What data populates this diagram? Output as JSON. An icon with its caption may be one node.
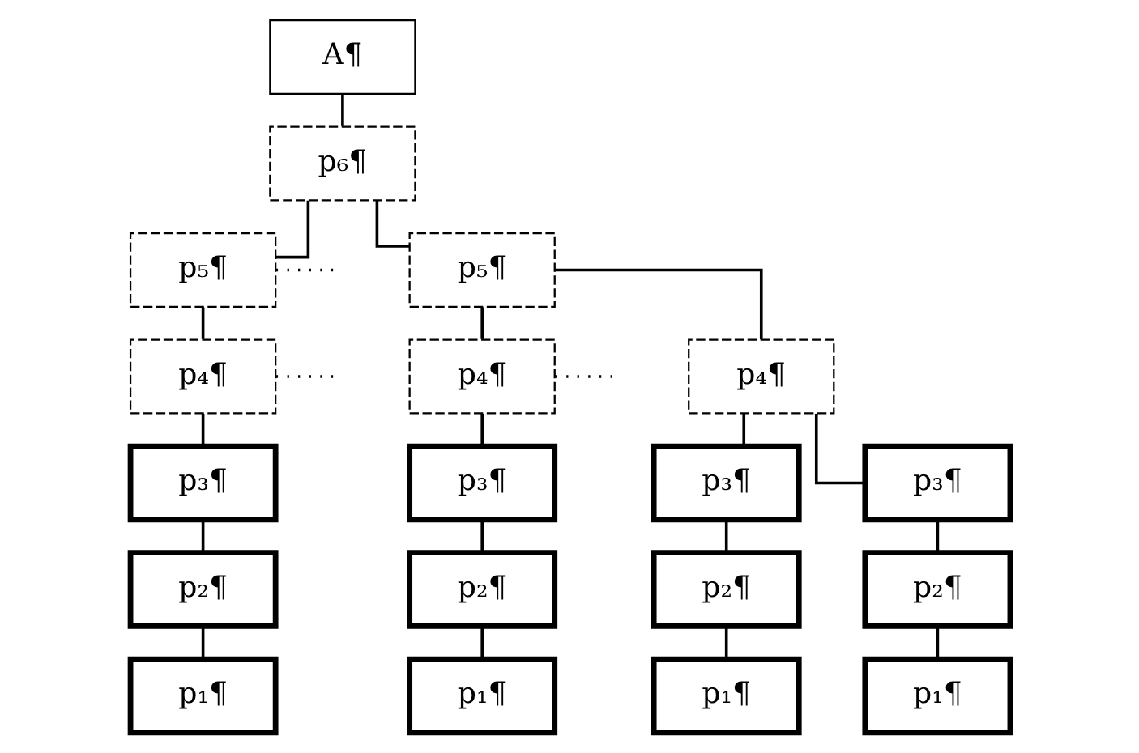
{
  "diagram": {
    "nodes": [
      {
        "text": [
          "A¶"
        ]
      },
      {
        "text": [
          "p₆¶"
        ]
      },
      {
        "text": [
          "p₅¶"
        ]
      },
      {
        "text": [
          "p₄¶"
        ]
      },
      {
        "text": [
          "p₃¶"
        ]
      },
      {
        "text": [
          "p₂¶"
        ]
      },
      {
        "text": [
          "p₁¶"
        ]
      },
      {
        "text": [
          "p₅¶"
        ]
      },
      {
        "text": [
          "p₄¶"
        ]
      },
      {
        "text": [
          "p₃¶"
        ]
      },
      {
        "text": [
          "p₂¶"
        ]
      },
      {
        "text": [
          "p₁¶"
        ]
      },
      {
        "text": [
          "p₄¶"
        ]
      },
      {
        "text": [
          "p₃¶"
        ]
      },
      {
        "text": [
          "p₂¶"
        ]
      },
      {
        "text": [
          "p₁¶"
        ]
      },
      {
        "text": [
          "p₃¶"
        ]
      },
      {
        "text": [
          "p₂¶"
        ]
      },
      {
        "text": [
          "p₁¶"
        ]
      }
    ],
    "edges": [
      {
        "from": 0,
        "to": 1,
        "arrow": "none"
      },
      {
        "from": 1,
        "to": 2,
        "arrow": "none"
      },
      {
        "from": 2,
        "to": 3,
        "arrow": "none"
      },
      {
        "from": 3,
        "to": 4,
        "arrow": "none"
      },
      {
        "from": 4,
        "to": 5,
        "arrow": "none"
      },
      {
        "from": 5,
        "to": 6,
        "arrow": "none"
      },
      {
        "from": 1,
        "to": 7,
        "arrow": "none"
      },
      {
        "from": 7,
        "to": 8,
        "arrow": "none"
      },
      {
        "from": 8,
        "to": 9,
        "arrow": "none"
      },
      {
        "from": 9,
        "to": 10,
        "arrow": "none"
      },
      {
        "from": 10,
        "to": 11,
        "arrow": "none"
      },
      {
        "from": 7,
        "to": 12,
        "arrow": "none"
      },
      {
        "from": 12,
        "to": 13,
        "arrow": "none"
      },
      {
        "from": 13,
        "to": 14,
        "arrow": "none"
      },
      {
        "from": 14,
        "to": 15,
        "arrow": "none"
      },
      {
        "from": 12,
        "to": 16,
        "arrow": "none"
      },
      {
        "from": 16,
        "to": 17,
        "arrow": "none"
      },
      {
        "from": 17,
        "to": 18,
        "arrow": "none"
      },
      {
        "from": 2,
        "to": null,
        "arrow": "none",
        "style": "dashed"
      },
      {
        "from": 3,
        "to": null,
        "arrow": "none",
        "style": "dashed"
      },
      {
        "from": 8,
        "to": null,
        "arrow": "none",
        "style": "dashed"
      }
    ]
  }
}
